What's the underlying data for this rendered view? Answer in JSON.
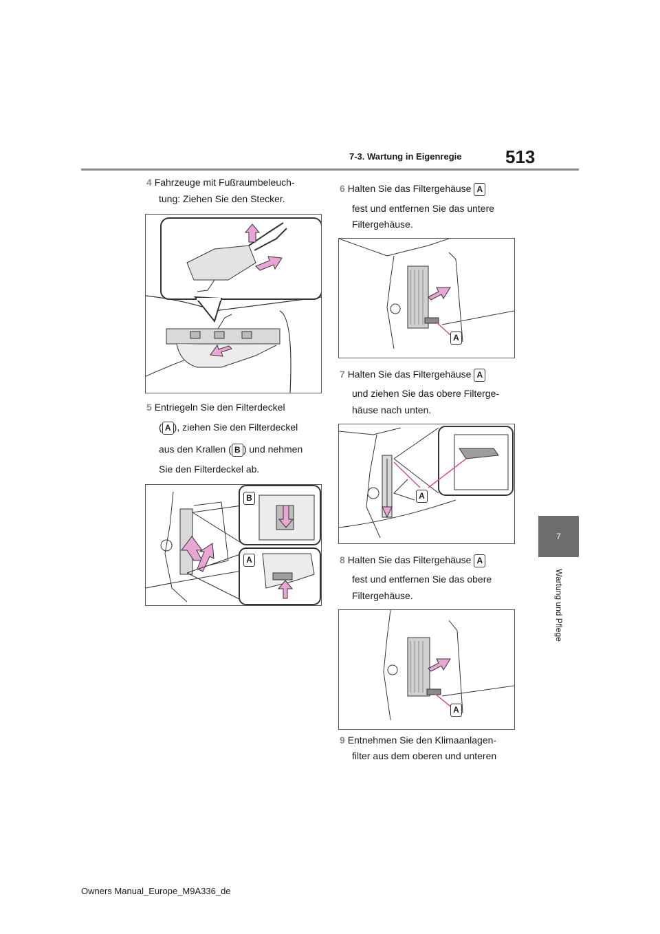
{
  "header": {
    "section": "7-3. Wartung in Eigenregie",
    "page_number": "513"
  },
  "sidetab": {
    "chapter_number": "7",
    "chapter_title": "Wartung und Pflege"
  },
  "footer": {
    "manual_id": "Owners Manual_Europe_M9A336_de"
  },
  "steps": {
    "s4": {
      "num": "4",
      "line1": "Fahrzeuge mit Fußraumbeleuch-",
      "line2": "tung: Ziehen Sie den Stecker."
    },
    "s5": {
      "num": "5",
      "line1": "Entriegeln Sie den Filterdeckel",
      "line2_pre": "(",
      "line2_post": "), ziehen Sie den Filterdeckel",
      "line3_pre": "aus den Krallen (",
      "line3_post": ") und nehmen",
      "line4": "Sie den Filterdeckel ab."
    },
    "s6": {
      "num": "6",
      "line1": "Halten Sie das Filtergehäuse",
      "line2": "fest und entfernen Sie das untere",
      "line3": "Filtergehäuse."
    },
    "s7": {
      "num": "7",
      "line1": "Halten Sie das Filtergehäuse",
      "line2": "und ziehen Sie das obere Filterge-",
      "line3": "häuse nach unten."
    },
    "s8": {
      "num": "8",
      "line1": "Halten Sie das Filtergehäuse",
      "line2": "fest und entfernen Sie das obere",
      "line3": "Filtergehäuse."
    },
    "s9": {
      "num": "9",
      "line1": "Entnehmen Sie den Klimaanlagen-",
      "line2": "filter aus dem oberen und unteren"
    }
  },
  "labels": {
    "a": "A",
    "b": "B"
  },
  "colors": {
    "arrow_fill": "#e9a6d4",
    "accent_line": "#d64b9c",
    "tab_bg": "#6d6d6d",
    "rule": "#8a8a8a"
  }
}
